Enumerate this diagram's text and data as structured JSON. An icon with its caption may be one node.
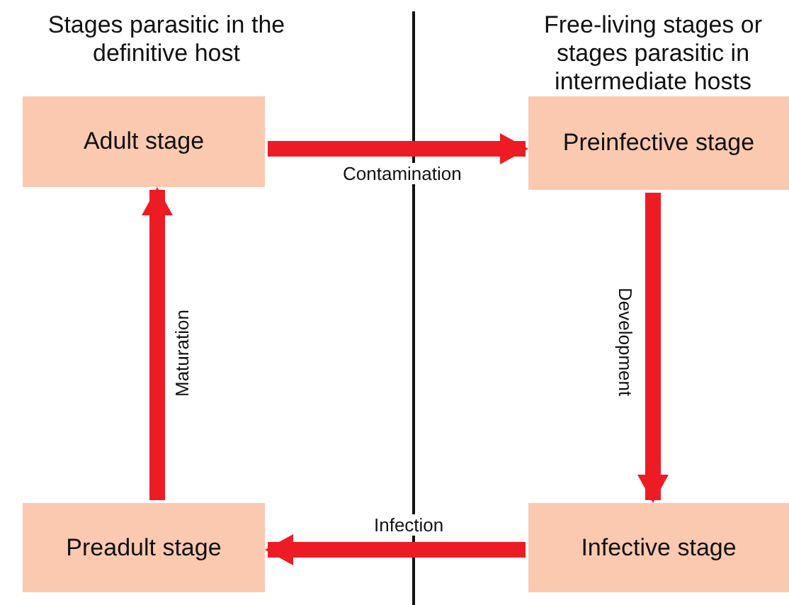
{
  "diagram": {
    "nodes": [
      {
        "text": [
          "Adult stage"
        ]
      },
      {
        "text": [
          "Preinfective stage"
        ]
      },
      {
        "text": [
          "Preadult stage"
        ]
      },
      {
        "text": [
          "Infective stage"
        ]
      }
    ],
    "edges": [
      {
        "from": 0,
        "to": 1,
        "arrow": "to",
        "label": "Contamination"
      },
      {
        "from": 1,
        "to": 3,
        "arrow": "to",
        "label": "Development"
      },
      {
        "from": 3,
        "to": 2,
        "arrow": "to",
        "label": "Infection"
      },
      {
        "from": 2,
        "to": 0,
        "arrow": "to",
        "label": "Maturation"
      }
    ],
    "labels": [
      "Stages parasitic in the definitive host",
      "Free-living stages or stages parasitic in intermediate hosts"
    ]
  }
}
